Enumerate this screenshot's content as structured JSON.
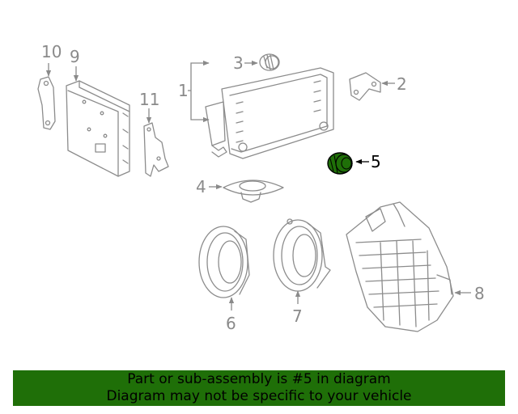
{
  "diagram": {
    "highlight_color": "#1f6f08",
    "highlighted_part": "5",
    "callouts": {
      "c1": "1",
      "c2": "2",
      "c3": "3",
      "c4": "4",
      "c5": "5",
      "c6": "6",
      "c7": "7",
      "c8": "8",
      "c9": "9",
      "c10": "10",
      "c11": "11"
    }
  },
  "banner": {
    "background": "#1f6f08",
    "line1": "Part or sub-assembly is #5 in diagram",
    "line2": "Diagram may not be specific to your vehicle"
  }
}
